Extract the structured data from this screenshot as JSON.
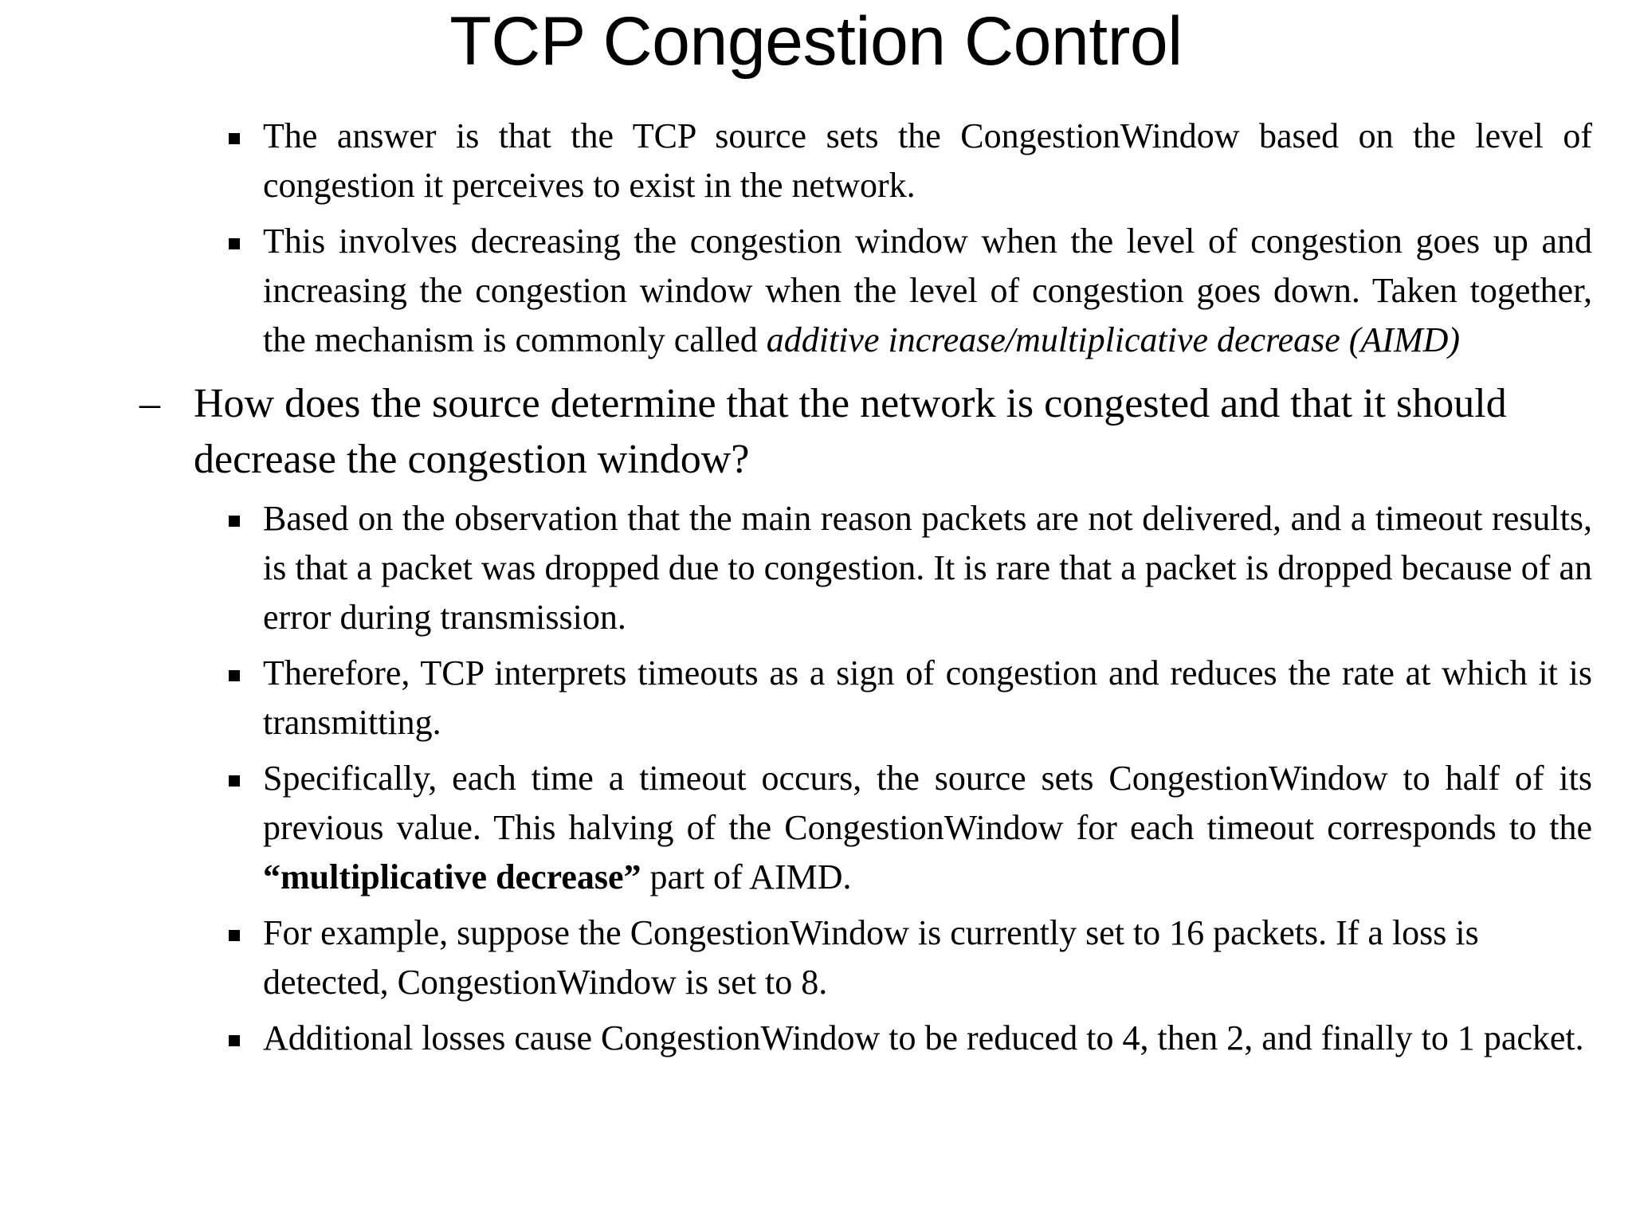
{
  "slide": {
    "title": "TCP Congestion Control",
    "background_color": "#ffffff",
    "text_color": "#000000",
    "bullet_marker_square": "▪",
    "bullet_marker_dash": "–",
    "blocks": [
      {
        "level": 3,
        "marker": "square",
        "text_parts": {
          "p1": "The answer is that the TCP source sets the CongestionWindow based on the level of congestion it perceives to exist in the network."
        }
      },
      {
        "level": 3,
        "marker": "square",
        "text_parts": {
          "p1": "This involves decreasing the congestion window when the level of congestion goes up and increasing the congestion window when the level of congestion goes down. Taken together, the mechanism is commonly called ",
          "em1": "additive increase/multiplicative decrease (AIMD)"
        }
      },
      {
        "level": 2,
        "marker": "dash",
        "text_parts": {
          "p1": "How does the source determine that the network is congested and that it should decrease the congestion window?"
        }
      },
      {
        "level": 3,
        "marker": "square",
        "text_parts": {
          "p1": "Based on the observation that the main reason packets are not delivered, and a timeout results, is that a packet was dropped due to congestion. It is rare that a packet is dropped because of an error during transmission."
        }
      },
      {
        "level": 3,
        "marker": "square",
        "text_parts": {
          "p1": "Therefore, TCP interprets timeouts as a sign of congestion and reduces the rate at which it is transmitting."
        }
      },
      {
        "level": 3,
        "marker": "square",
        "text_parts": {
          "p1": "Specifically, each time a timeout occurs, the source sets CongestionWindow to half of its previous value. This halving of the CongestionWindow for each timeout corresponds to the ",
          "b1": "“multiplicative decrease”",
          "p2": " part of AIMD."
        }
      },
      {
        "level": 3,
        "marker": "square",
        "text_parts": {
          "p1": "For example, suppose the CongestionWindow is currently set to 16 packets. If a loss is detected, CongestionWindow is set to 8."
        }
      },
      {
        "level": 3,
        "marker": "square",
        "text_parts": {
          "p1": "Additional losses cause CongestionWindow to be reduced to 4, then 2, and finally to 1 packet."
        }
      }
    ]
  }
}
